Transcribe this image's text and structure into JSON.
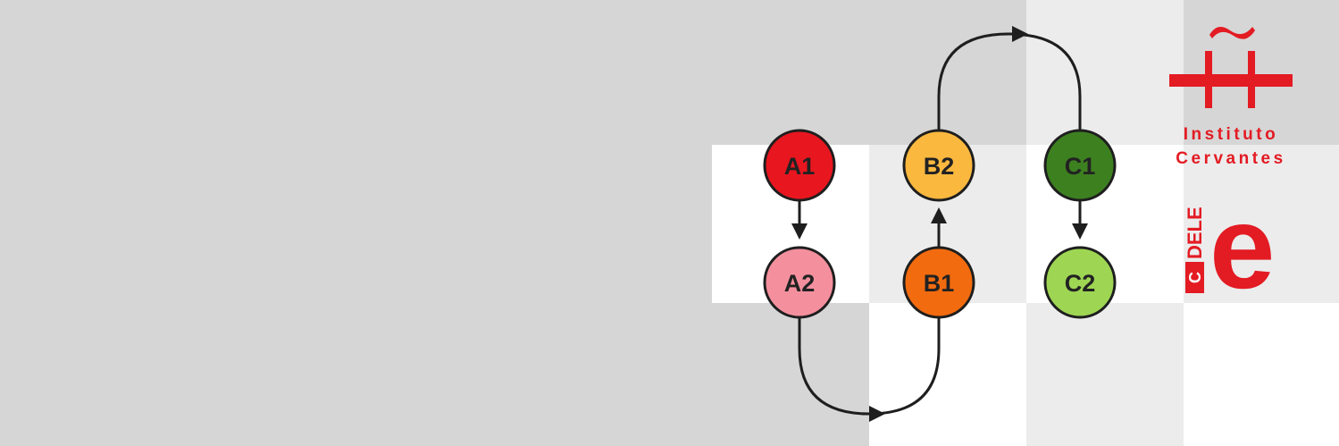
{
  "diagram": {
    "nodes": [
      {
        "id": "A1",
        "label": "A1",
        "color": "#e8161f"
      },
      {
        "id": "A2",
        "label": "A2",
        "color": "#f4909e"
      },
      {
        "id": "B1",
        "label": "B1",
        "color": "#f26b0f"
      },
      {
        "id": "B2",
        "label": "B2",
        "color": "#fbb83f"
      },
      {
        "id": "C1",
        "label": "C1",
        "color": "#3d8020"
      },
      {
        "id": "C2",
        "label": "C2",
        "color": "#9ed654"
      }
    ],
    "edges": [
      {
        "from": "A1",
        "to": "A2"
      },
      {
        "from": "A2",
        "to": "B1"
      },
      {
        "from": "B1",
        "to": "B2"
      },
      {
        "from": "B2",
        "to": "C1"
      },
      {
        "from": "C1",
        "to": "C2"
      }
    ]
  },
  "logo": {
    "brand_color": "#e31b23",
    "line1": "Instituto",
    "line2": "Cervantes"
  },
  "dele_logo": {
    "text": "DELE",
    "small_mark": "C",
    "letter": "e"
  }
}
